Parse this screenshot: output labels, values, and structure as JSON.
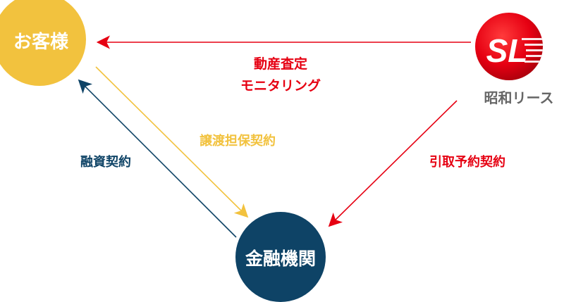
{
  "nodes": {
    "customer": {
      "label": "お客様",
      "color": "#f2c23e",
      "text_color": "#ffffff"
    },
    "bank": {
      "label": "金融機関",
      "color": "#0e4366",
      "text_color": "#ffffff"
    },
    "showa_leasing": {
      "logo_text": "SL",
      "name": "昭和リース",
      "logo_color": "#e60012",
      "name_color": "#666666"
    }
  },
  "edges": {
    "monitoring": {
      "label_line1": "動産査定",
      "label_line2": "モニタリング",
      "color": "#e60012"
    },
    "transfer_collateral": {
      "label": "譲渡担保契約",
      "color": "#f2c23e"
    },
    "financing": {
      "label": "融資契約",
      "color": "#0e4366"
    },
    "purchase_reservation": {
      "label": "引取予約契約",
      "color": "#e60012"
    }
  }
}
